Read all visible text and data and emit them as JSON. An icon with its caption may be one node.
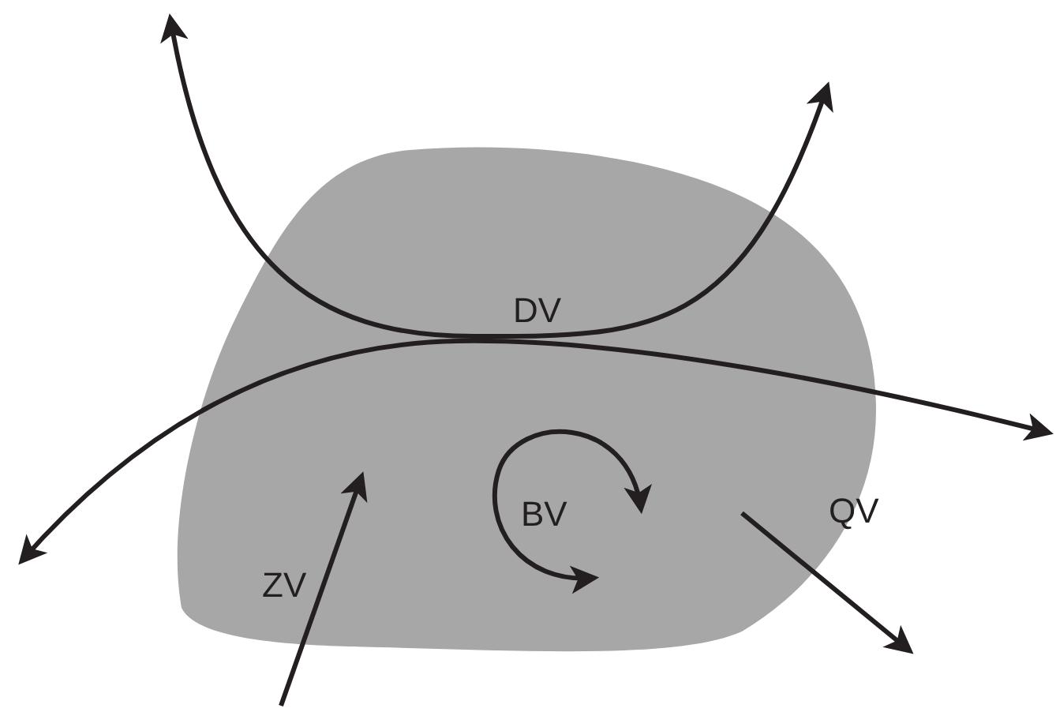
{
  "diagram": {
    "nodes": [
      {
        "text": [
          "DV",
          "BV",
          "ZV",
          "QV"
        ]
      }
    ]
  }
}
